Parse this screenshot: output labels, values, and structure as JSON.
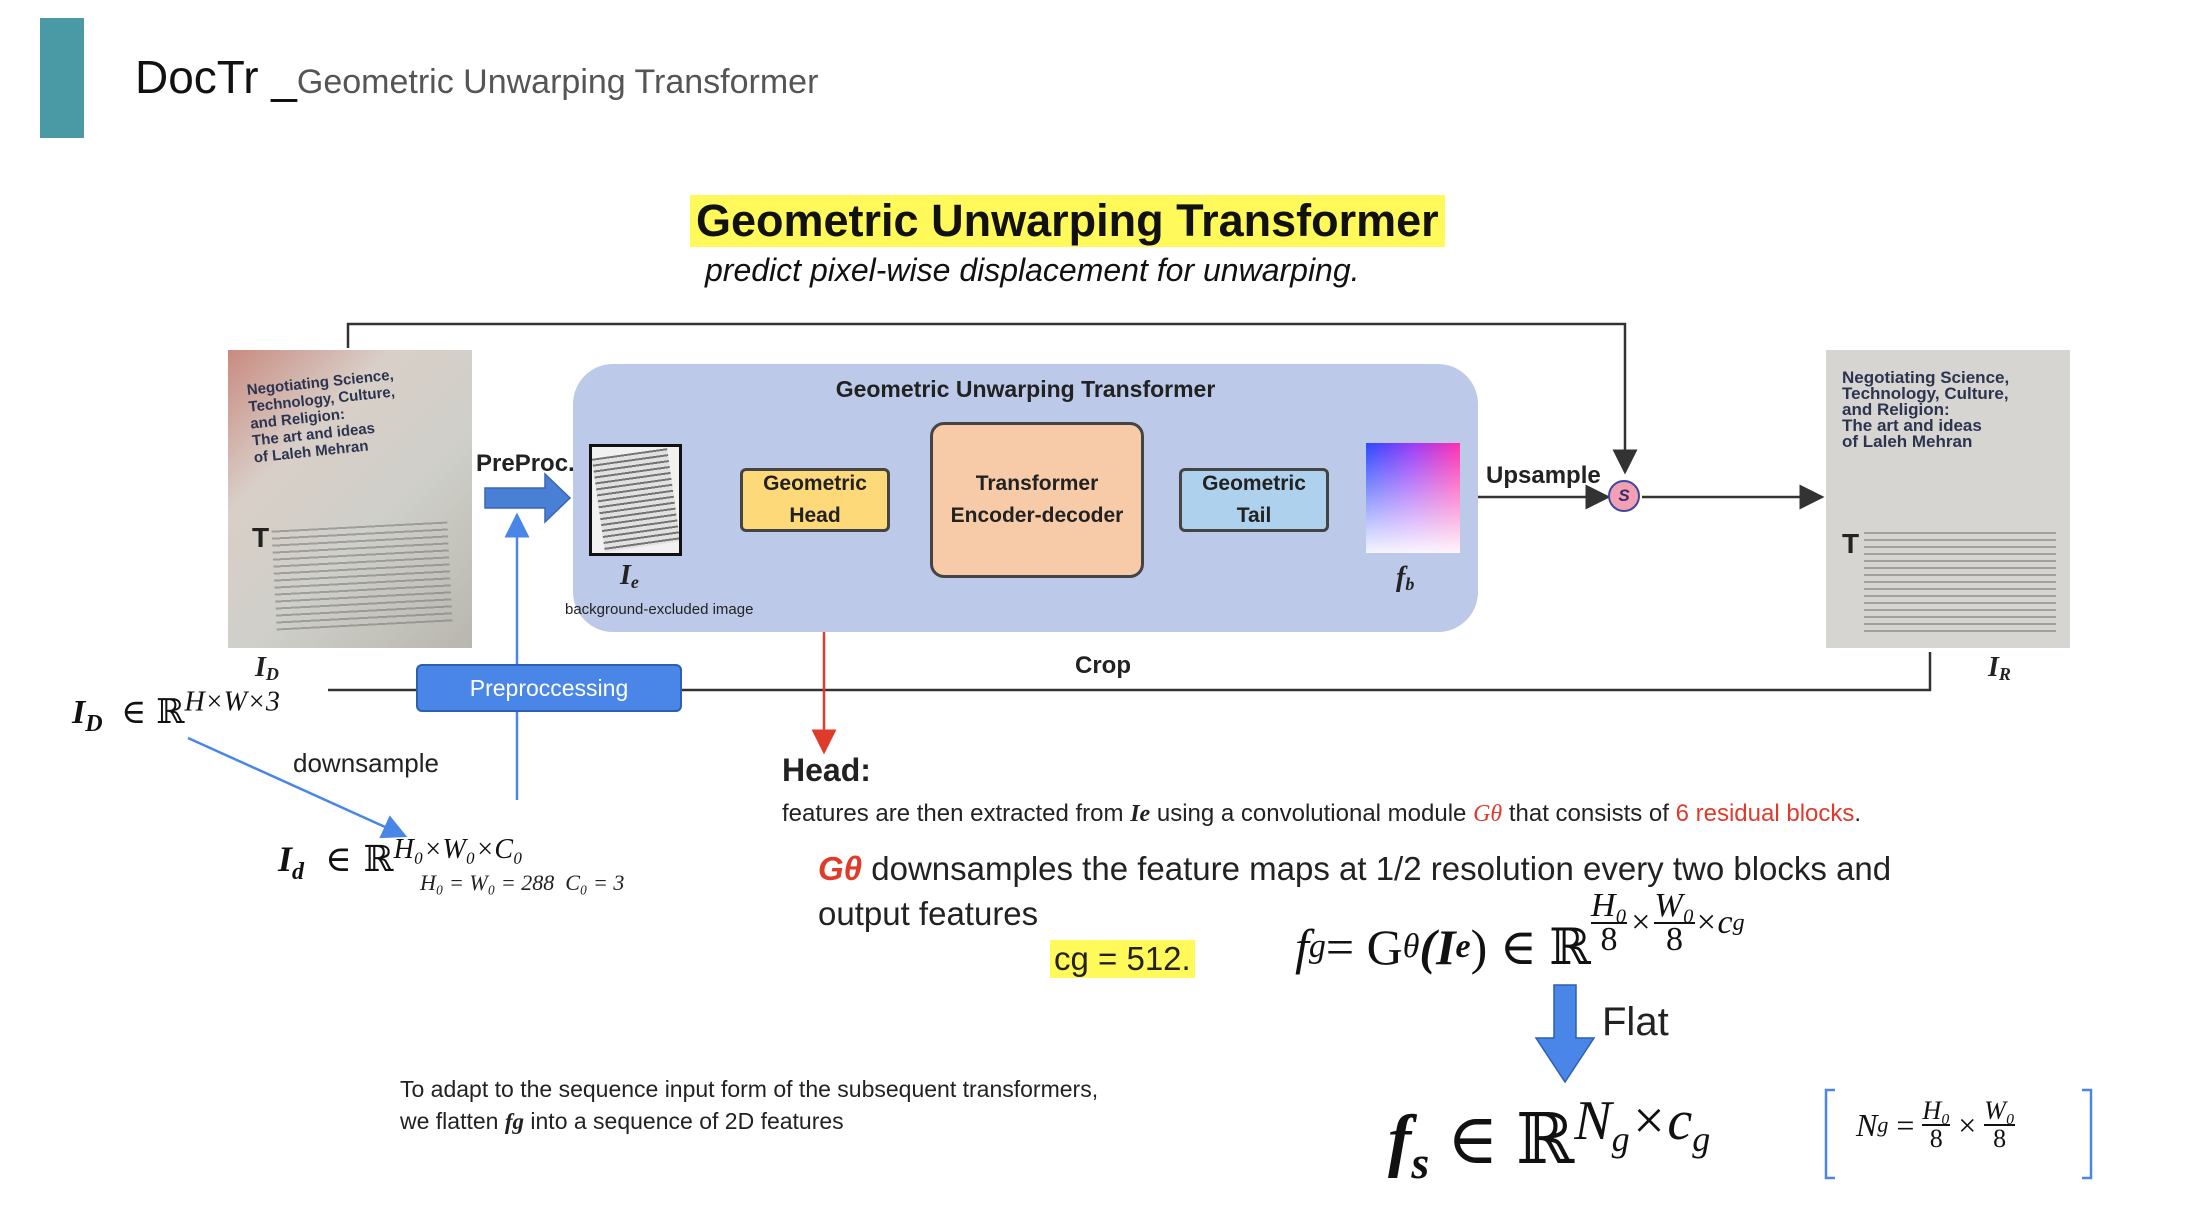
{
  "slide": {
    "title_main": "DocTr _",
    "title_sub": "Geometric Unwarping Transformer"
  },
  "header": {
    "heading": "Geometric Unwarping Transformer",
    "subheading": "predict pixel-wise displacement for unwarping."
  },
  "diagram": {
    "module_title": "Geometric Unwarping Transformer",
    "blocks": {
      "geometric_head": "Geometric\nHead",
      "transformer": "Transformer\nEncoder-decoder",
      "geometric_tail": "Geometric\nTail"
    },
    "labels": {
      "preproc": "PreProc.",
      "upsample": "Upsample",
      "crop": "Crop",
      "s_node": "S",
      "i_e": "I",
      "i_e_sub": "e",
      "f_b": "f",
      "f_b_sub": "b",
      "i_d": "I",
      "i_d_sub": "D",
      "i_r": "I",
      "i_r_sub": "R",
      "bg_excluded": "background-excluded image",
      "preprocessing_button": "Preproccessing",
      "downsample": "downsample"
    },
    "doc_text": "Negotiating Science,\nTechnology, Culture,\nand Religion:\nThe art and ideas\nof Laleh Mehran",
    "doc_big_letter": "T"
  },
  "math": {
    "id_formula": {
      "I": "I",
      "sub": "D",
      "in": "∈",
      "R": "ℝ",
      "sup": "H×W×3"
    },
    "idd_formula": {
      "I": "I",
      "sub": "d",
      "in": "∈",
      "R": "ℝ",
      "sup": "H₀×W₀×C₀"
    },
    "params": "H₀ = W₀ = 288  C₀ = 3"
  },
  "head_section": {
    "title": "Head:",
    "line1_a": "features are then extracted from ",
    "line1_ie": "Ie",
    "line1_b": " using a convolutional module ",
    "line1_g": "Gθ",
    "line1_c": " that consists of ",
    "line1_red": "6 residual blocks",
    "line1_d": ".",
    "line2_g": "Gθ",
    "line2_text": " downsamples the feature maps at 1/2 resolution every two blocks and",
    "line3_text": "output features",
    "cg_text": "cg = 512.",
    "fg_eq": "f",
    "fg_eq_sub": "g",
    "fg_eq_rest": " = G",
    "fg_eq_theta": "θ",
    "fg_eq_ie": "(I",
    "fg_eq_ie_sub": "e",
    "fg_eq_close": ") ∈ ℝ",
    "fg_frac1_num": "H₀",
    "fg_frac1_den": "8",
    "fg_times": "×",
    "fg_frac2_num": "W₀",
    "fg_frac2_den": "8",
    "fg_cg": "×c",
    "fg_cg_sub": "g",
    "flat_label": "Flat"
  },
  "flatten_section": {
    "text_line1": "To adapt to the sequence input form of the subsequent transformers,",
    "text_line2_a": "we flatten ",
    "text_line2_fg": "fg",
    "text_line2_b": " into a sequence of 2D features",
    "fs": "f",
    "fs_sub": "s",
    "fs_in": " ∈ ℝ",
    "fs_sup_n": "N",
    "fs_sup_n_sub": "g",
    "fs_sup_c": "×c",
    "fs_sup_c_sub": "g",
    "ng_lhs": "N",
    "ng_lhs_sub": "g",
    "ng_eq": " = ",
    "ng_f1_num": "H₀",
    "ng_f1_den": "8",
    "ng_times": " × ",
    "ng_f2_num": "W₀",
    "ng_f2_den": "8"
  },
  "colors": {
    "accent_bar": "#4a9aa6",
    "highlight": "#fff95a",
    "module_bg": "#bcc9e8",
    "head_block": "#fdd97a",
    "transformer_block": "#f7cba8",
    "tail_block": "#aed1ee",
    "button": "#4a86e8",
    "red": "#e03b2a",
    "arrow_blue": "#4a86e8"
  }
}
